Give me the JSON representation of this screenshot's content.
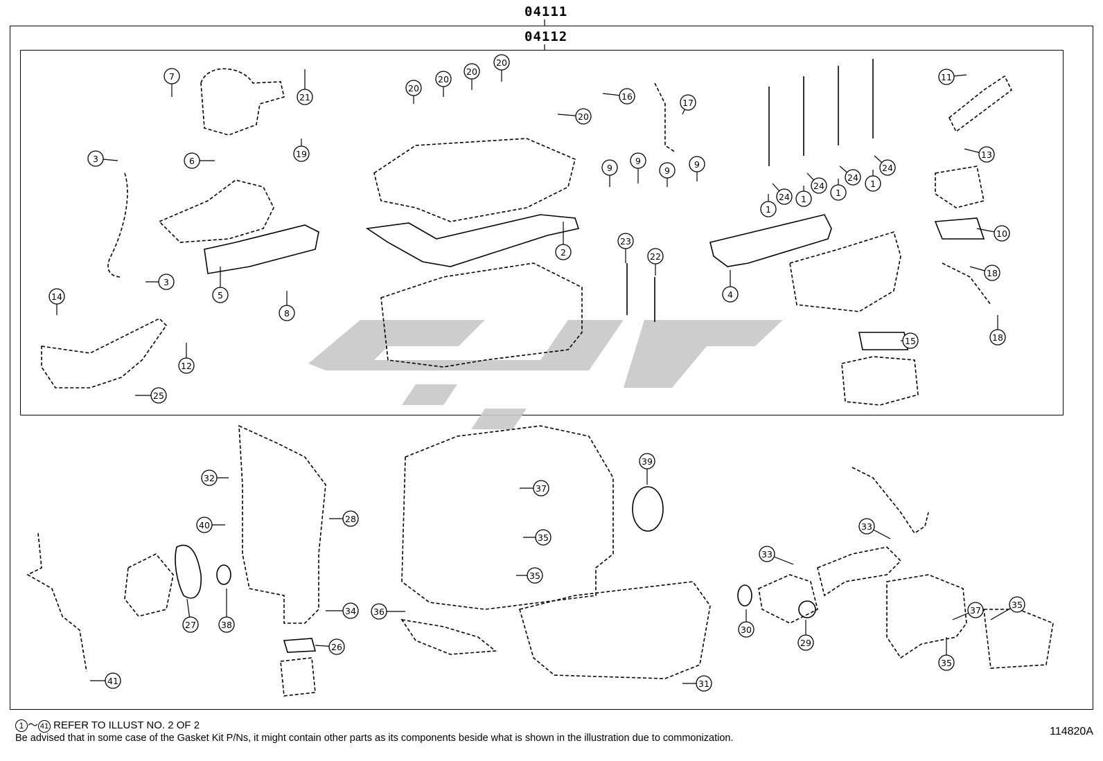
{
  "diagram": {
    "outer_code": "04111",
    "inner_code": "04112",
    "figure_id": "114820A",
    "note_range_start": "1",
    "note_range_end": "41",
    "note_line1_suffix": " REFER TO ILLUST NO. 2 OF 2",
    "note_line2": "Be advised that in some case of the Gasket Kit P/Ns,  it might contain other parts as its components beside what is shown in the illustration due to commonization.",
    "callouts": [
      "7",
      "21",
      "20",
      "20",
      "20",
      "20",
      "20",
      "16",
      "17",
      "11",
      "3",
      "6",
      "19",
      "13",
      "9",
      "9",
      "9",
      "9",
      "24",
      "24",
      "24",
      "24",
      "1",
      "1",
      "1",
      "1",
      "2",
      "10",
      "23",
      "22",
      "18",
      "3",
      "5",
      "8",
      "4",
      "14",
      "12",
      "15",
      "18",
      "25",
      "32",
      "39",
      "40",
      "28",
      "37",
      "35",
      "35",
      "33",
      "33",
      "27",
      "38",
      "34",
      "36",
      "26",
      "30",
      "29",
      "37",
      "35",
      "35",
      "41",
      "31"
    ]
  }
}
